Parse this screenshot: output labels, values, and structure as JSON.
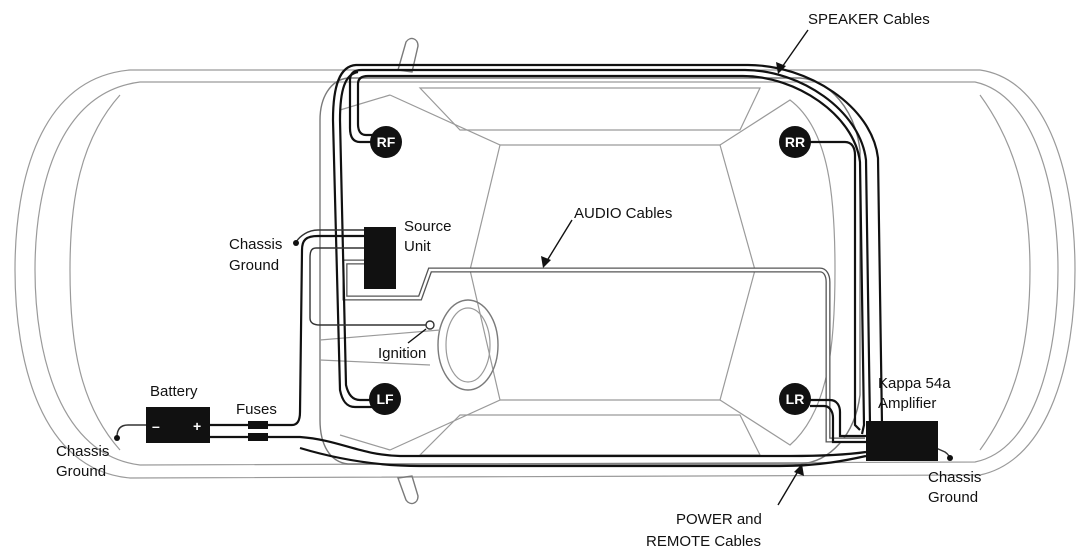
{
  "labels": {
    "speaker_cables": "SPEAKER Cables",
    "audio_cables": "AUDIO Cables",
    "power_cables_line1": "POWER and",
    "power_cables_line2": "REMOTE Cables",
    "source_unit_line1": "Source",
    "source_unit_line2": "Unit",
    "chassis_ground_left_line1": "Chassis",
    "chassis_ground_left_line2": "Ground",
    "chassis_ground_dash_line1": "Chassis",
    "chassis_ground_dash_line2": "Ground",
    "chassis_ground_right_line1": "Chassis",
    "chassis_ground_right_line2": "Ground",
    "ignition": "Ignition",
    "battery": "Battery",
    "battery_minus": "–",
    "battery_plus": "+",
    "fuses": "Fuses",
    "amplifier_line1": "Kappa 54a",
    "amplifier_line2": "Amplifier"
  },
  "speakers": {
    "rf": "RF",
    "rr": "RR",
    "lf": "LF",
    "lr": "LR"
  }
}
